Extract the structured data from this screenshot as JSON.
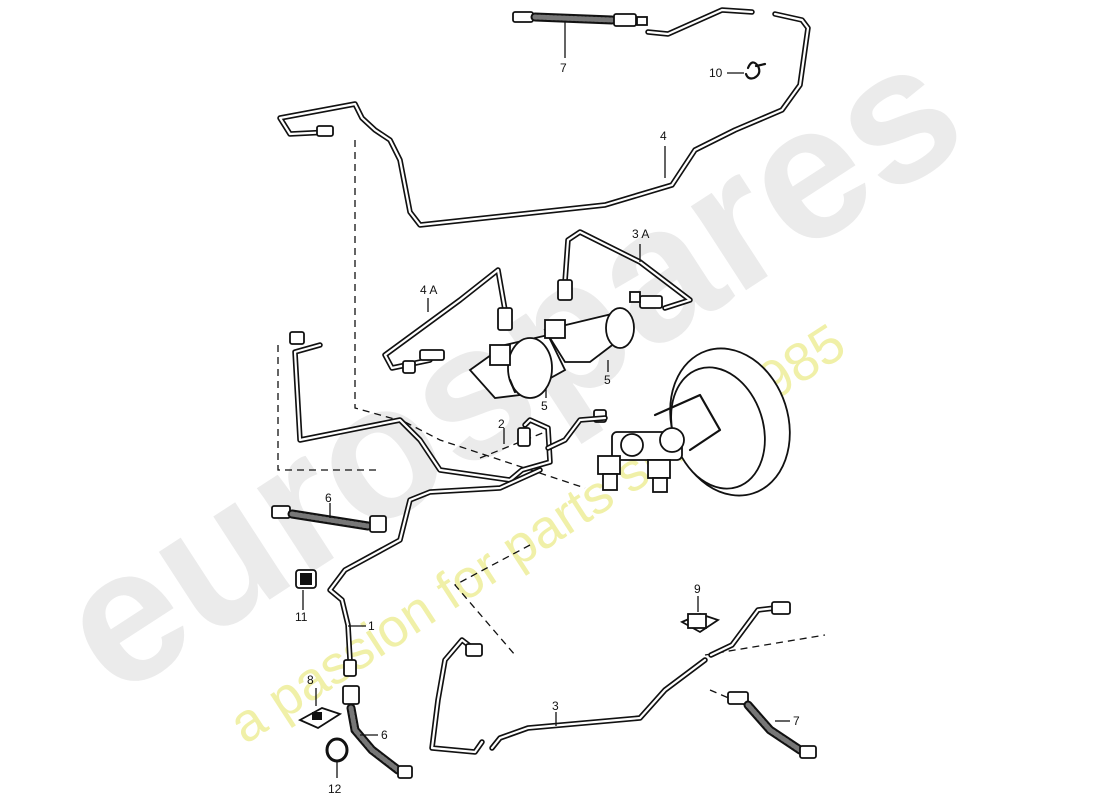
{
  "watermark": {
    "brand": "eurospares",
    "tagline": "a passion for parts since 1985"
  },
  "callouts": {
    "c1": "1",
    "c2": "2",
    "c3": "3",
    "c3a": "3 A",
    "c4": "4",
    "c4a": "4 A",
    "c5a": "5",
    "c5b": "5",
    "c6a": "6",
    "c6b": "6",
    "c7a": "7",
    "c7b": "7",
    "c8": "8",
    "c9": "9",
    "c10": "10",
    "c11": "11",
    "c12": "12"
  }
}
